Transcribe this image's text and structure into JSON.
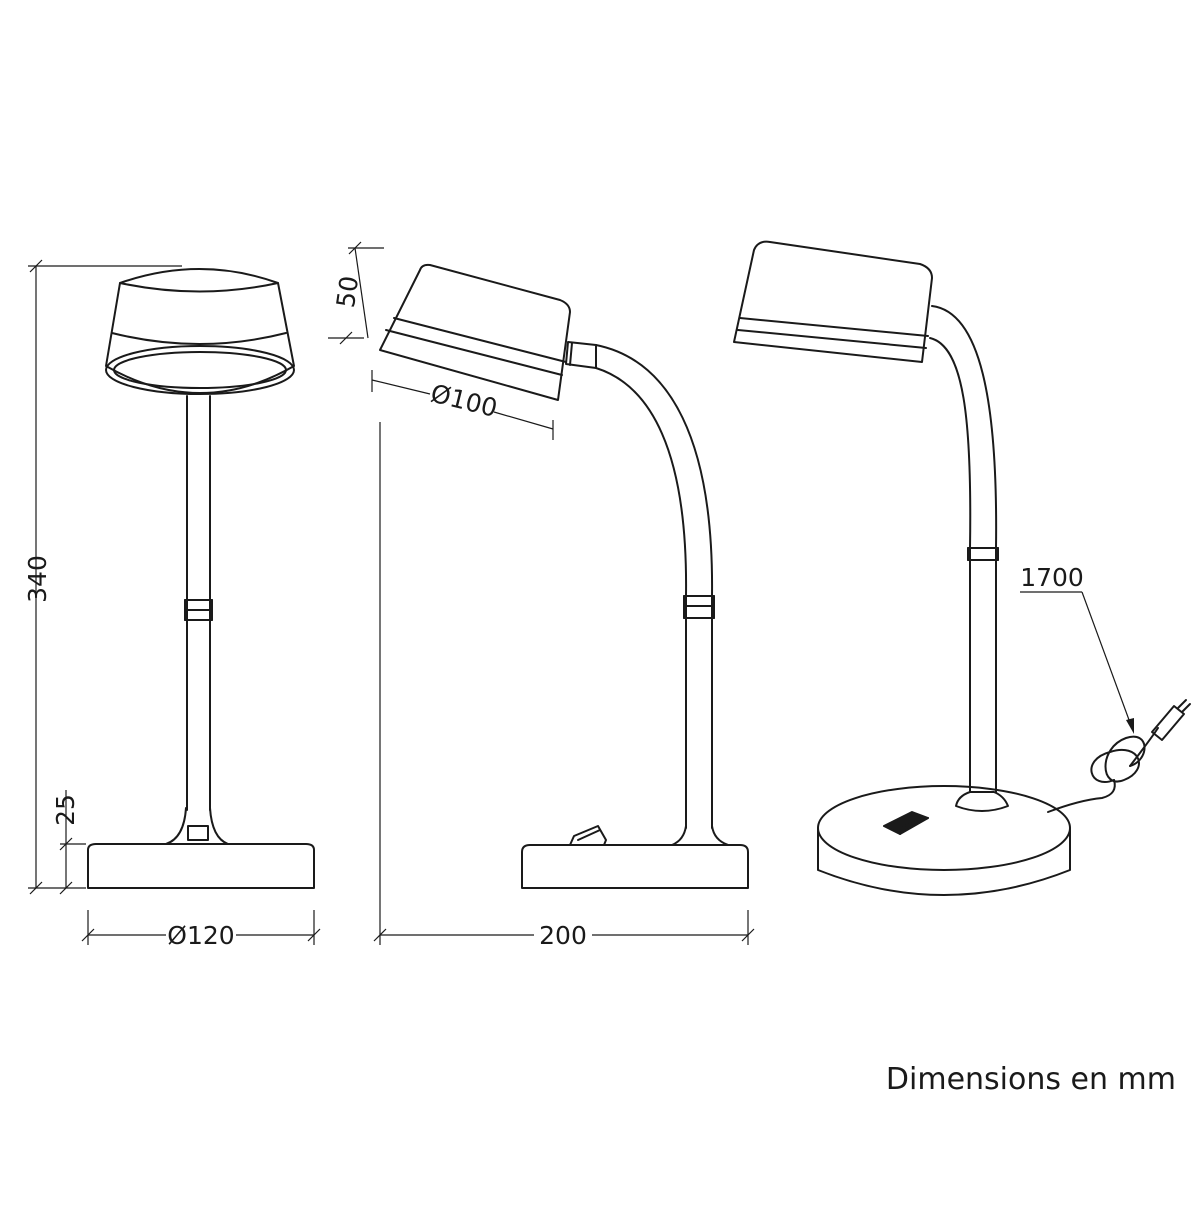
{
  "dimensions": {
    "height_total": "340",
    "base_height": "25",
    "base_diameter": "Ø120",
    "shade_height": "50",
    "shade_diameter": "Ø100",
    "depth": "200",
    "cable_length": "1700"
  },
  "note": "Dimensions en mm",
  "colors": {
    "line": "#1a1a1a",
    "background": "#ffffff"
  }
}
